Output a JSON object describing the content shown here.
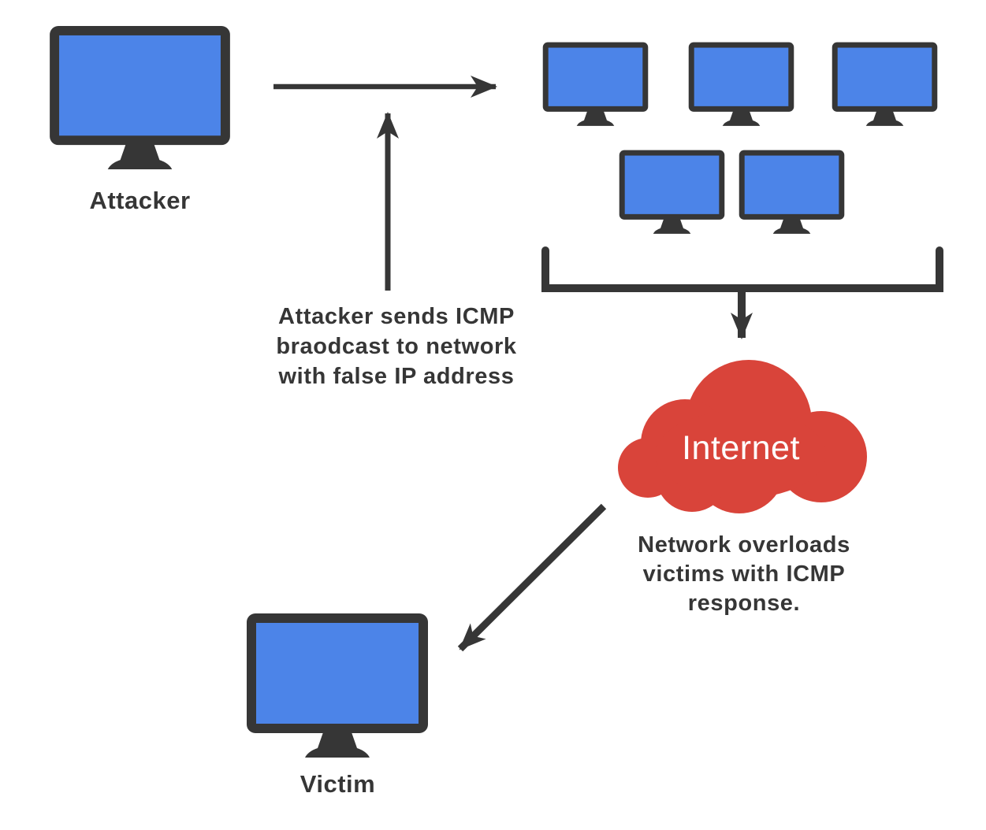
{
  "colors": {
    "dark": "#363636",
    "blue": "#4c84e8",
    "red": "#d9443a",
    "cloud_text": "#ffffff",
    "background": "#ffffff"
  },
  "labels": {
    "attacker": "Attacker",
    "victim": "Victim",
    "internet": "Internet"
  },
  "notes": {
    "broadcast": "Attacker sends ICMP\nbraodcast to network\nwith false IP address",
    "response": "Network overloads\nvictims with ICMP\nresponse."
  },
  "network": {
    "monitor_count": 5
  },
  "icons": {
    "monitor": "computer-monitor",
    "cloud": "internet-cloud",
    "arrowhead": "barbed-arrow"
  }
}
